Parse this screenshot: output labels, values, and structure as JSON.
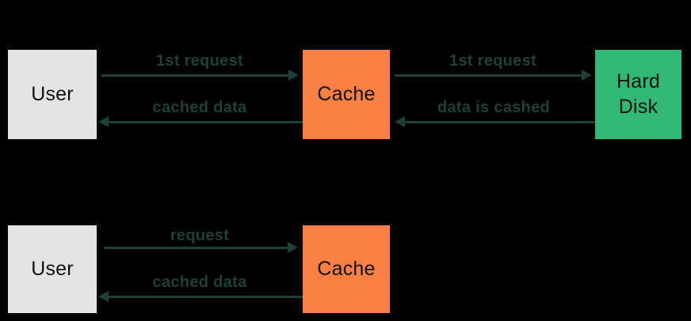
{
  "colors": {
    "background": "#000000",
    "user_box": "#e3e3e3",
    "cache_box": "#fa7f44",
    "hard_disk_box": "#32b875",
    "arrow_and_label": "#1d4037",
    "box_text": "#111111"
  },
  "top_flow": {
    "user": "User",
    "cache": "Cache",
    "hard_disk": "Hard Disk",
    "user_to_cache": "1st request",
    "cache_to_user": "cached data",
    "cache_to_disk": "1st request",
    "disk_to_cache": "data is cashed"
  },
  "bottom_flow": {
    "user": "User",
    "cache": "Cache",
    "user_to_cache": "request",
    "cache_to_user": "cached data"
  }
}
